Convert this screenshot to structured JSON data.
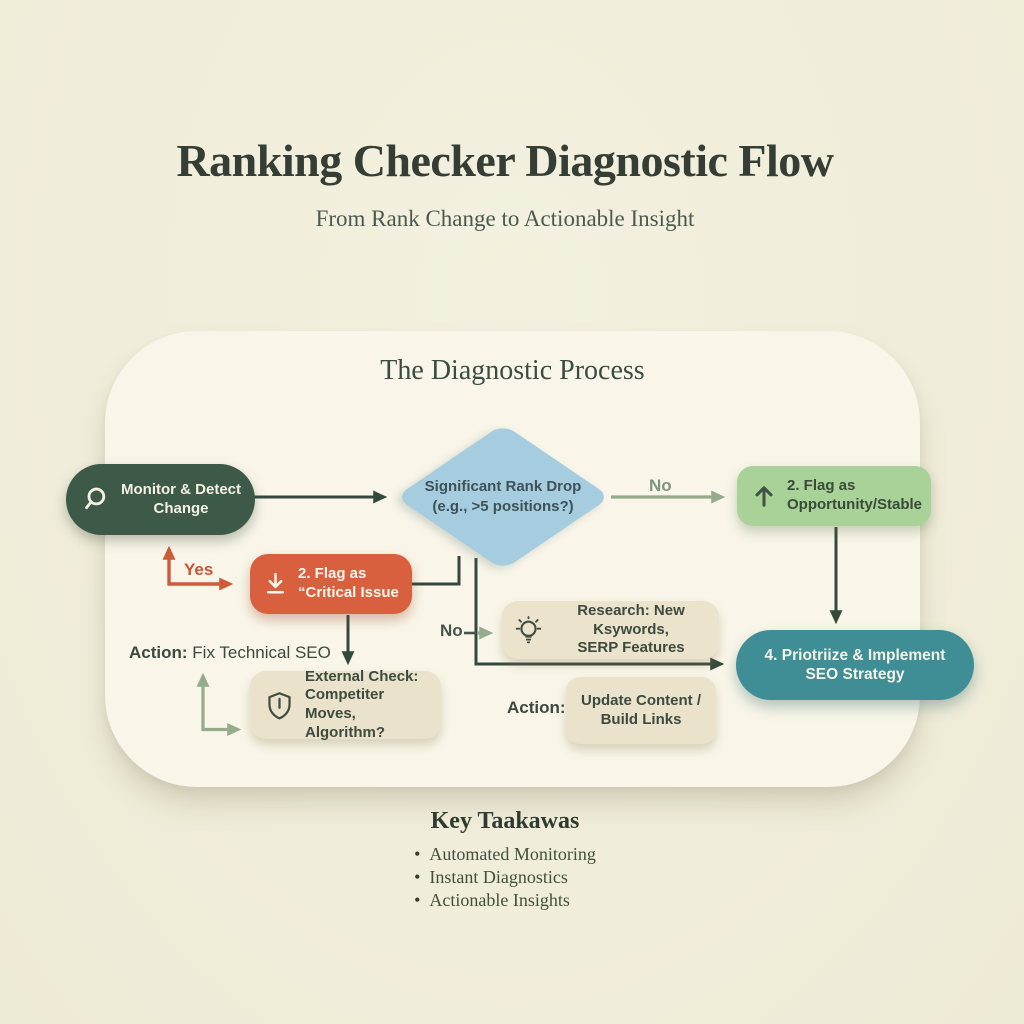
{
  "page": {
    "title": "Ranking Checker Diagnostic Flow",
    "subtitle": "From Rank Change to Actionable Insight"
  },
  "process_card": {
    "title": "The Diagnostic Process",
    "nodes": {
      "monitor": {
        "icon": "magnifier-icon",
        "lines": [
          "Monitor & Detect",
          "Change"
        ]
      },
      "decision": {
        "lines": [
          "Significant Rank Drop",
          "(e.g., >5 positions?)"
        ]
      },
      "opportunity": {
        "icon": "arrow-up-icon",
        "lines": [
          "2. Flag as",
          "Opportunity/Stable"
        ]
      },
      "critical": {
        "icon": "download-icon",
        "lines": [
          "2. Flag as",
          "“Critical Issue"
        ]
      },
      "research": {
        "icon": "lightbulb-icon",
        "lines": [
          "Research: New Ksywords,",
          "SERP Features"
        ]
      },
      "external": {
        "icon": "shield-icon",
        "lines": [
          "External Check:",
          "Competiter Moves,",
          "Algorithm?"
        ]
      },
      "update": {
        "lines": [
          "Update Content /",
          "Build Links"
        ]
      },
      "strategy": {
        "lines": [
          "4. Priotriize & Implement",
          "SEO Strategy"
        ]
      }
    },
    "labels": {
      "yes": "Yes",
      "no_branch": "No",
      "no_research": "No",
      "action_fix_prefix": "Action:",
      "action_fix_text": "Fix Technical SEO",
      "action_update": "Action:"
    }
  },
  "takeaways": {
    "title": "Key Taakawas",
    "items": [
      "Automated Monitoring",
      "Instant Diagnostics",
      "Actionable Insights"
    ]
  },
  "palette": {
    "background": "#f0edda",
    "card": "#f9f6e9",
    "dark_green_node": "#3d5947",
    "diamond_blue": "#a5cddf",
    "light_green_node": "#a8d298",
    "orange_node": "#d9603f",
    "teal_node": "#3f8e95",
    "beige_node": "#ece3cc",
    "dark_arrow": "#33493b",
    "sage_arrow": "#95ab8b",
    "red_arrow": "#cd5a39"
  }
}
